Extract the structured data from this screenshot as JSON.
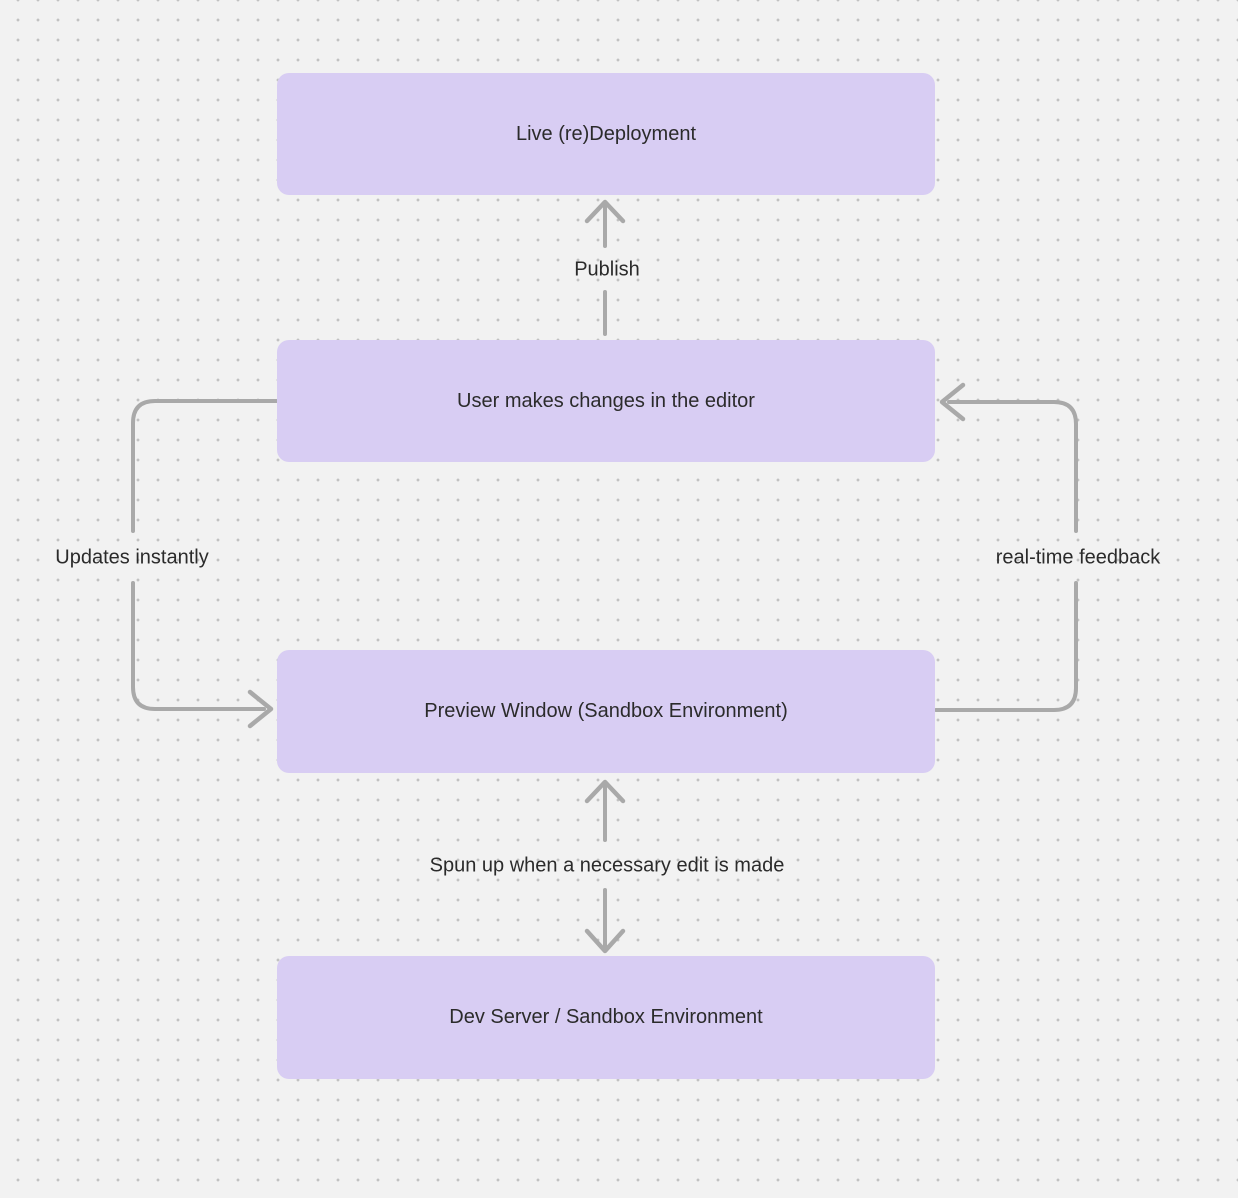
{
  "canvas": {
    "background_color": "#f2f2f2",
    "dot_color": "#c2c2c2"
  },
  "palette": {
    "node_fill": "#d8cdf3",
    "node_text": "#2b2b2b",
    "arrow": "#a9a9a9",
    "label_text": "#2b2b2b"
  },
  "nodes": [
    {
      "id": "live-redeployment",
      "label": "Live (re)Deployment"
    },
    {
      "id": "user-editor",
      "label": "User makes changes in the editor"
    },
    {
      "id": "preview-window",
      "label": "Preview Window (Sandbox Environment)"
    },
    {
      "id": "dev-server",
      "label": "Dev Server / Sandbox Environment"
    }
  ],
  "edges": [
    {
      "id": "publish",
      "from": "user-editor",
      "to": "live-redeployment",
      "label": "Publish",
      "direction": "up"
    },
    {
      "id": "updates-instantly",
      "from": "user-editor",
      "to": "preview-window",
      "label": "Updates instantly",
      "direction": "left-loop-down"
    },
    {
      "id": "real-time-feedback",
      "from": "preview-window",
      "to": "user-editor",
      "label": "real-time feedback",
      "direction": "right-loop-up"
    },
    {
      "id": "spun-up",
      "from": "dev-server",
      "to": "preview-window",
      "label": "Spun up when a necessary edit is made",
      "direction": "bidirectional"
    }
  ]
}
